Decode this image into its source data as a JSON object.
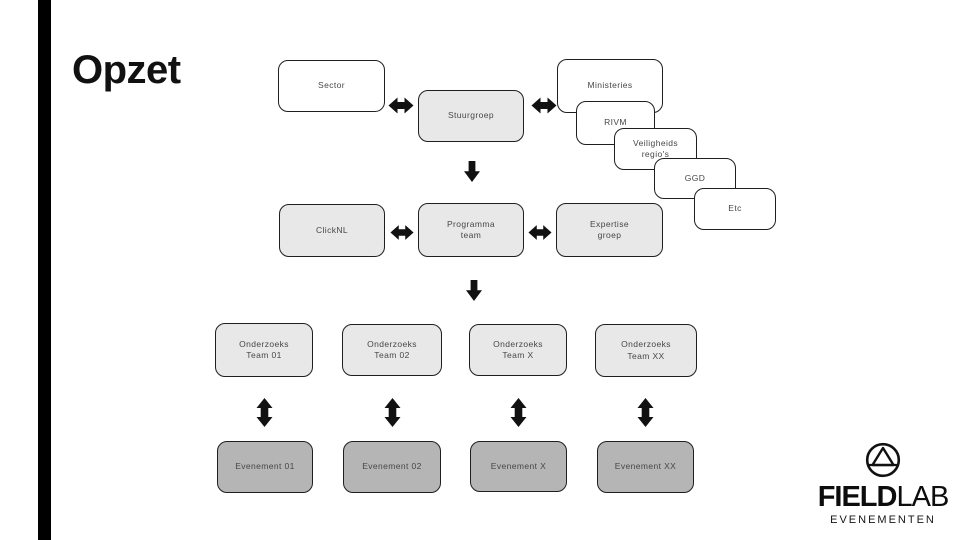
{
  "slide": {
    "title": "Opzet"
  },
  "colors": {
    "background": "#ffffff",
    "left_accent_bar": "#000000",
    "box_white": "#ffffff",
    "box_light_gray": "#e8e8e8",
    "box_dark_gray": "#b5b5b5",
    "box_border": "#1f1f1f",
    "arrow": "#111111",
    "box_text": "#474747"
  },
  "diagram": {
    "row_top": {
      "sector": "Sector",
      "stuurgroep": "Stuurgroep",
      "ministeries": "Ministeries"
    },
    "cascade": {
      "rivm": "RIVM",
      "veiligheids_regios": "Veiligheids\nregio's",
      "ggd": "GGD",
      "etc": "Etc"
    },
    "row_middle": {
      "clicknl": "ClickNL",
      "programma_team": "Programma\nteam",
      "expertise_groep": "Expertise\ngroep"
    },
    "row_research": {
      "team01": "Onderzoeks\nTeam 01",
      "team02": "Onderzoeks\nTeam 02",
      "teamx": "Onderzoeks\nTeam X",
      "teamxx": "Onderzoeks\nTeam XX"
    },
    "row_events": {
      "ev01": "Evenement 01",
      "ev02": "Evenement 02",
      "evx": "Evenement X",
      "evxx": "Evenement XX"
    }
  },
  "logo": {
    "brand_primary": "FIELD",
    "brand_secondary": "LAB",
    "tagline": "EVENEMENTEN"
  }
}
